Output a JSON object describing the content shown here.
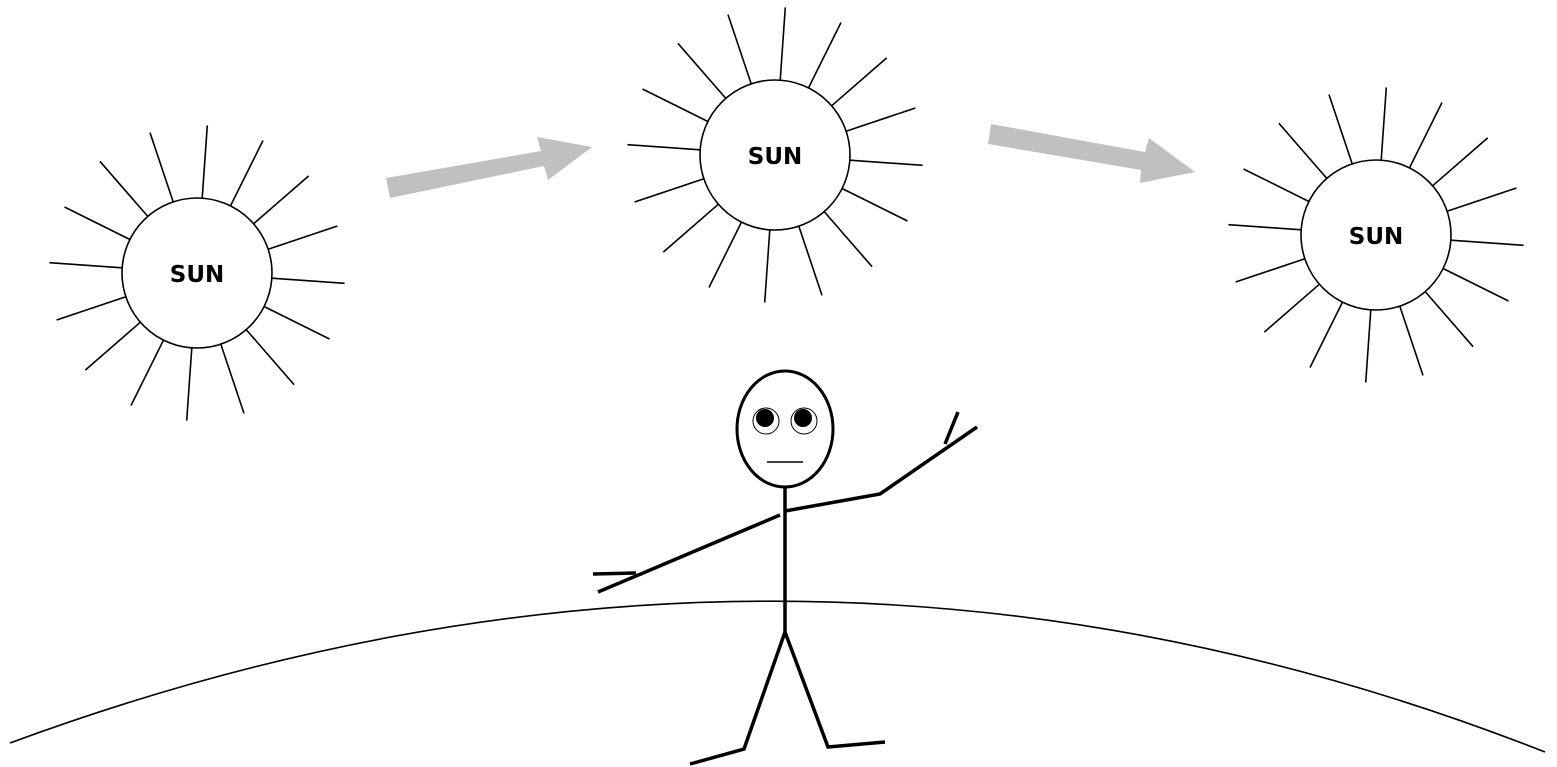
{
  "suns": [
    {
      "label": "SUN"
    },
    {
      "label": "SUN"
    },
    {
      "label": "SUN"
    }
  ],
  "colors": {
    "line": "#000000",
    "arrow": "#c0c0c0",
    "background": "#ffffff"
  }
}
